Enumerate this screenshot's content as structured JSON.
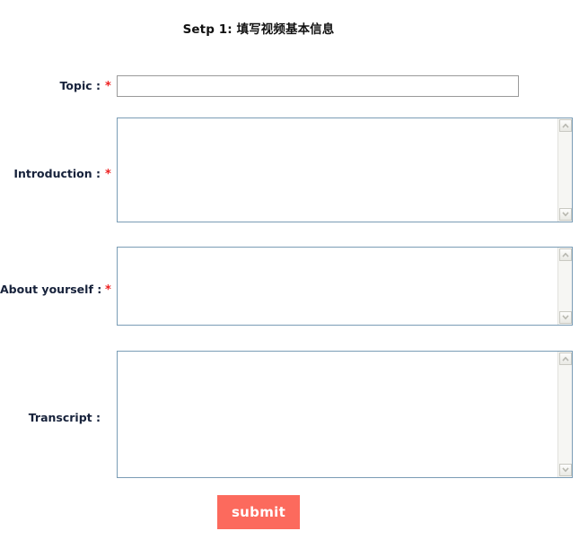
{
  "page": {
    "title": "Setp 1: 填写视频基本信息",
    "required_marker": "*"
  },
  "colors": {
    "accent_button": "#fc6a5d",
    "required_star": "#ee2222",
    "textarea_border": "#7a9cb5",
    "input_border": "#9a9a9a",
    "label_text": "#17223b",
    "page_background": "#ffffff"
  },
  "fields": [
    {
      "id": "topic",
      "label": "Topic :",
      "required": true,
      "type": "text",
      "value": "",
      "placeholder": ""
    },
    {
      "id": "introduction",
      "label": "Introduction :",
      "required": true,
      "type": "textarea",
      "value": "",
      "placeholder": ""
    },
    {
      "id": "about_yourself",
      "label": "About yourself :",
      "required": true,
      "type": "textarea",
      "value": "",
      "placeholder": ""
    },
    {
      "id": "transcript",
      "label": "Transcript :",
      "required": false,
      "type": "textarea",
      "value": "",
      "placeholder": ""
    }
  ],
  "scrollbar": {
    "up_arrow_icon": "chevron-up-icon",
    "down_arrow_icon": "chevron-down-icon"
  },
  "actions": {
    "submit_label": "submit"
  }
}
